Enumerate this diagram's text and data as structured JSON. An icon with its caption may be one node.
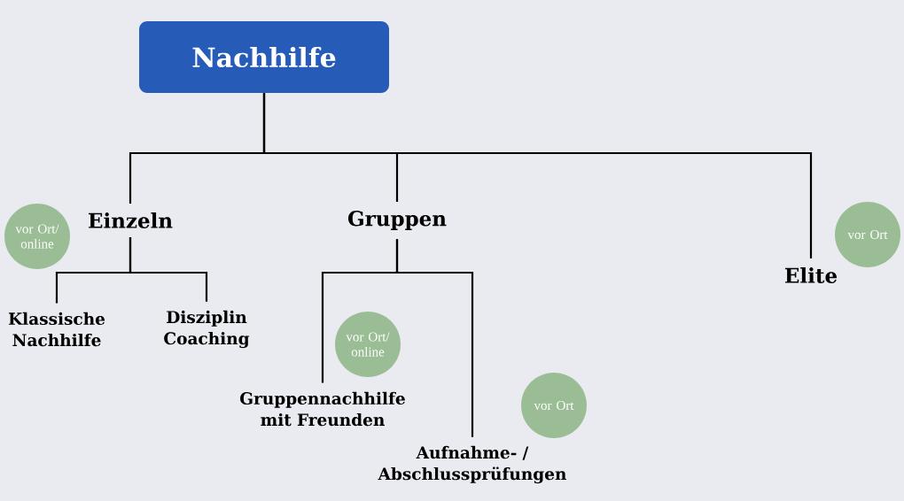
{
  "diagram": {
    "nodes": [
      {
        "text": [
          "Nachhilfe"
        ]
      },
      {
        "text": [
          "Einzeln"
        ]
      },
      {
        "text": [
          "Gruppen"
        ]
      },
      {
        "text": [
          "Elite"
        ]
      },
      {
        "text": [
          "Klassische Nachhilfe"
        ]
      },
      {
        "text": [
          "Disziplin Coaching"
        ]
      },
      {
        "text": [
          "Gruppennachhilfe mit Freunden"
        ]
      },
      {
        "text": [
          "Aufnahme- / Abschlussprüfungen"
        ]
      },
      {
        "text": [
          "vor Ort/ online"
        ]
      },
      {
        "text": [
          "vor Ort"
        ]
      },
      {
        "text": [
          "vor Ort/ online"
        ]
      },
      {
        "text": [
          "vor Ort"
        ]
      }
    ],
    "edges": [
      {
        "from": 0,
        "to": 1,
        "arrow": "none"
      },
      {
        "from": 0,
        "to": 2,
        "arrow": "none"
      },
      {
        "from": 0,
        "to": 3,
        "arrow": "none"
      },
      {
        "from": 1,
        "to": 4,
        "arrow": "none"
      },
      {
        "from": 1,
        "to": 5,
        "arrow": "none"
      },
      {
        "from": 2,
        "to": 6,
        "arrow": "none"
      },
      {
        "from": 2,
        "to": 7,
        "arrow": "none"
      }
    ]
  }
}
